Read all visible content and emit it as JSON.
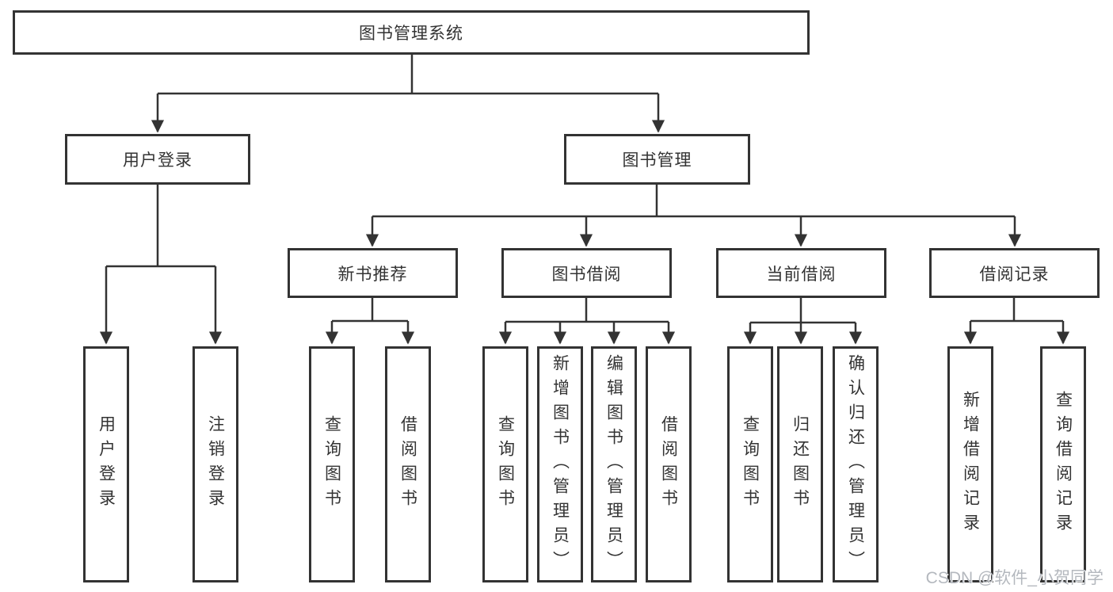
{
  "root_label": "图书管理系统",
  "level2": {
    "login": "用户登录",
    "management": "图书管理"
  },
  "level3": {
    "recommend": "新书推荐",
    "borrow": "图书借阅",
    "current": "当前借阅",
    "records": "借阅记录"
  },
  "leaves": {
    "login": [
      "用户登录",
      "注销登录"
    ],
    "recommend": [
      "查询图书",
      "借阅图书"
    ],
    "borrow": [
      "查询图书",
      "新增图书（管理员）",
      "编辑图书（管理员）",
      "借阅图书"
    ],
    "current": [
      "查询图书",
      "归还图书",
      "确认归还（管理员）"
    ],
    "records": [
      "新增借阅记录",
      "查询借阅记录"
    ]
  },
  "watermark": "CSDN @软件_小贺同学",
  "colors": {
    "line": "#333333",
    "text": "#333333",
    "watermark": "#b4b8be",
    "background": "#ffffff"
  }
}
